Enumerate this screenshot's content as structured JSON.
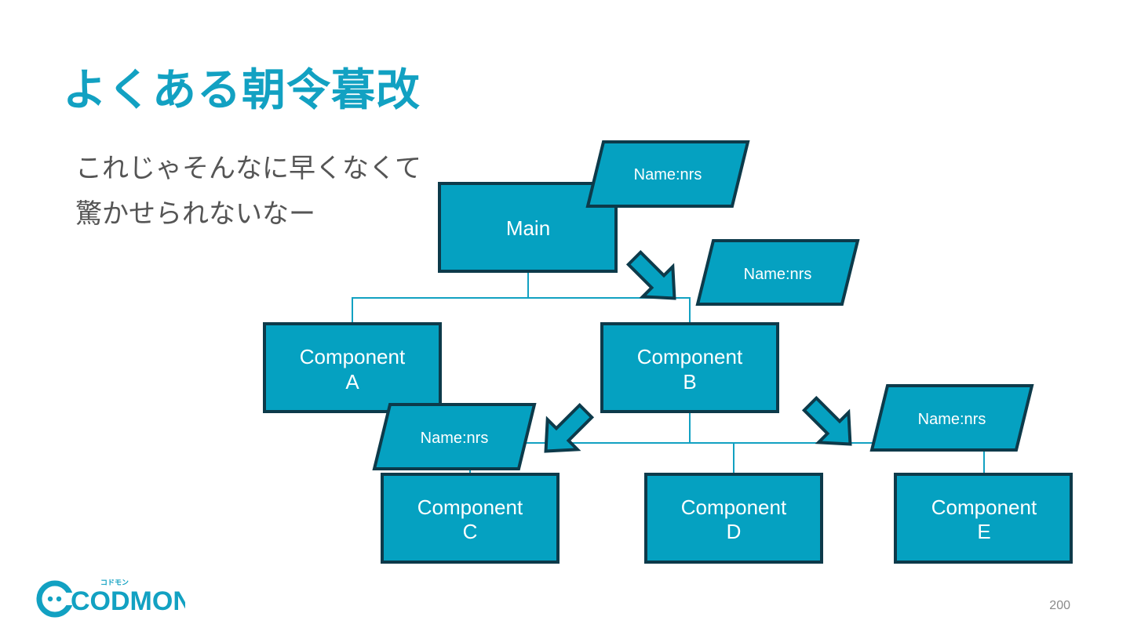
{
  "slide": {
    "title": "よくある朝令暮改",
    "body_lines": [
      "これじゃそんなに早くなくて",
      "驚かせられないなー"
    ],
    "page_number": "200"
  },
  "logo": {
    "text": "CODMON",
    "ruby": "コドモン"
  },
  "diagram": {
    "nodes": {
      "main": "Main",
      "a": [
        "Component",
        "A"
      ],
      "b": [
        "Component",
        "B"
      ],
      "c": [
        "Component",
        "C"
      ],
      "d": [
        "Component",
        "D"
      ],
      "e": [
        "Component",
        "E"
      ]
    },
    "tags": [
      "Name:nrs",
      "Name:nrs",
      "Name:nrs",
      "Name:nrs"
    ]
  },
  "colors": {
    "accent": "#12a1c2",
    "box_fill": "#05a1c1",
    "box_stroke": "#0d3a4a",
    "line": "#12a1c2",
    "text": "#555555"
  }
}
